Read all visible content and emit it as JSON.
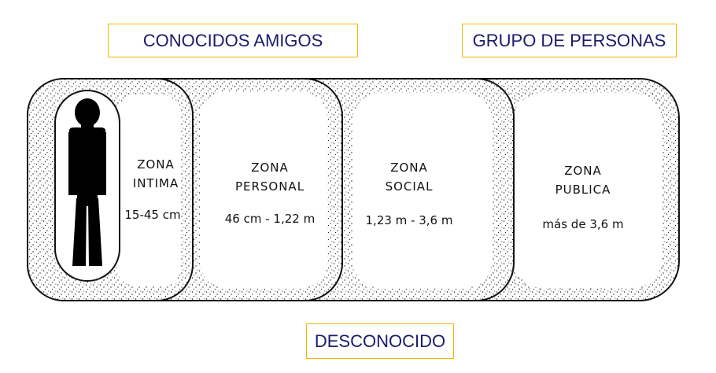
{
  "labels": {
    "amigos": "CONOCIDOS AMIGOS",
    "grupo": "GRUPO DE PERSONAS",
    "desconocido": "DESCONOCIDO"
  },
  "zones": [
    {
      "name_line1": "ZONA",
      "name_line2": "INTIMA",
      "range": "15-45 cm"
    },
    {
      "name_line1": "ZONA",
      "name_line2": "PERSONAL",
      "range": "46 cm - 1,22 m"
    },
    {
      "name_line1": "ZONA",
      "name_line2": "SOCIAL",
      "range": "1,23 m - 3,6 m"
    },
    {
      "name_line1": "ZONA",
      "name_line2": "PUBLICA",
      "range": "más de 3,6 m"
    }
  ],
  "colors": {
    "label_border": "#f2b600",
    "label_text": "#1a1a6e"
  }
}
